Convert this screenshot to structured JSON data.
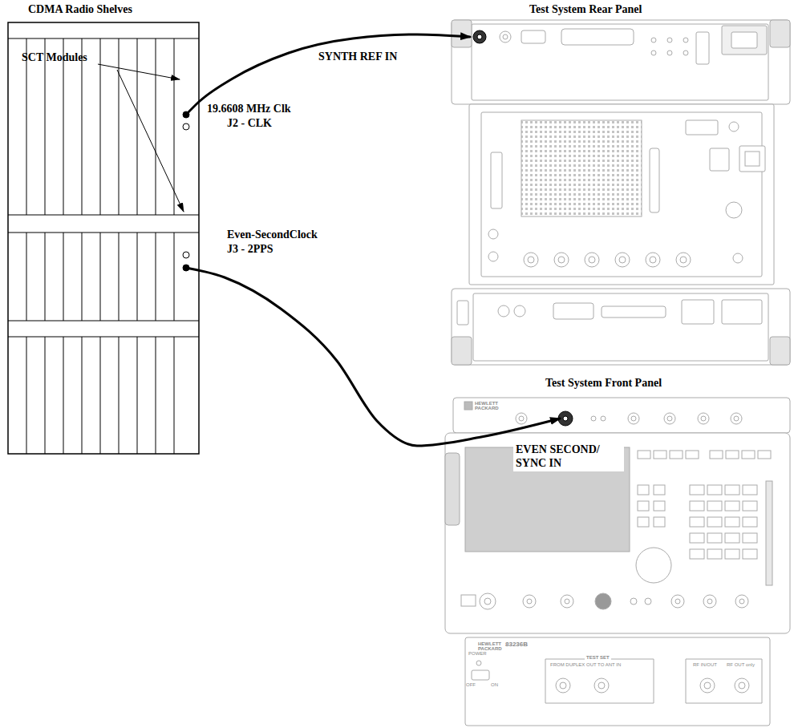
{
  "diagram": {
    "nodes": [
      {
        "text": [
          "CDMA Radio Shelves"
        ]
      },
      {
        "text": [
          "Test System Rear Panel"
        ]
      },
      {
        "text": [
          "Test System Front Panel"
        ]
      }
    ],
    "edges": [
      {
        "from": 0,
        "to": 1,
        "arrow": "to"
      },
      {
        "from": 0,
        "to": 2,
        "arrow": "to"
      }
    ],
    "labels": [
      "SCT Modules",
      "19.6608 MHz Clk",
      "J2 - CLK",
      "SYNTH REF IN",
      "Even-SecondClock",
      "J3 - 2PPS",
      "EVEN SECOND/ SYNC IN",
      "HEWLETT PACKARD",
      "HEWLETT PACKARD",
      "83236B",
      "TEST SET",
      "POWER",
      "OFF",
      "ON",
      "FROM DUPLEX OUT TO ANT IN",
      "RF IN/OUT",
      "RF OUT only"
    ]
  }
}
